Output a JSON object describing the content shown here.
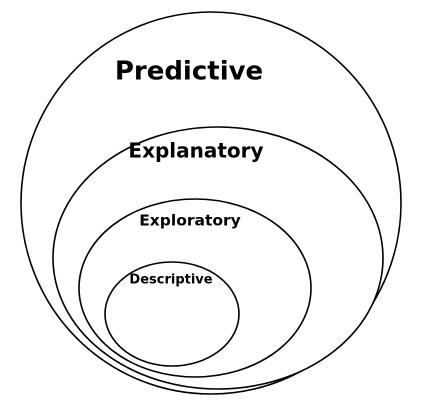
{
  "diagram": {
    "type": "nested-venn",
    "levels": [
      {
        "id": "predictive",
        "label": "Predictive"
      },
      {
        "id": "explanatory",
        "label": "Explanatory"
      },
      {
        "id": "exploratory",
        "label": "Exploratory"
      },
      {
        "id": "descriptive",
        "label": "Descriptive"
      }
    ],
    "colors": {
      "stroke": "#000000",
      "fill": "#ffffff",
      "text": "#000000"
    }
  }
}
